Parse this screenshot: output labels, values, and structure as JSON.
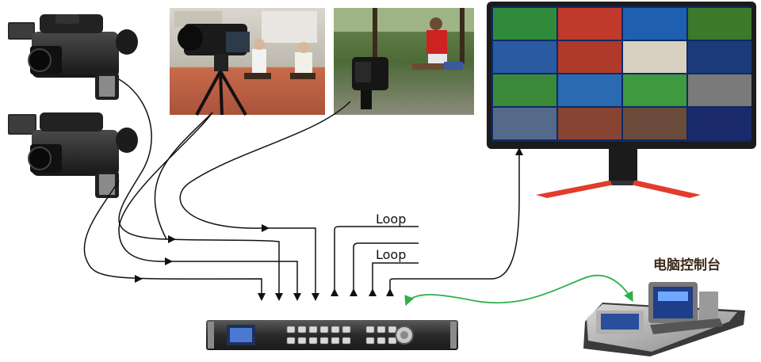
{
  "labels": {
    "loop_top": "Loop",
    "loop_bottom": "Loop",
    "control_pc": "电脑控制台"
  },
  "colors": {
    "cable": "#111111",
    "control_link": "#2bb04a",
    "monitor_stand": "#e23c2c"
  },
  "devices": {
    "cameras": [
      "camcorder-icon",
      "camcorder-icon"
    ],
    "photos": [
      "studio-interview-photo",
      "outdoor-camera-photo"
    ],
    "monitor": "multiview-monitor",
    "switcher": "video-matrix-switcher",
    "console": "computer-control-console"
  }
}
